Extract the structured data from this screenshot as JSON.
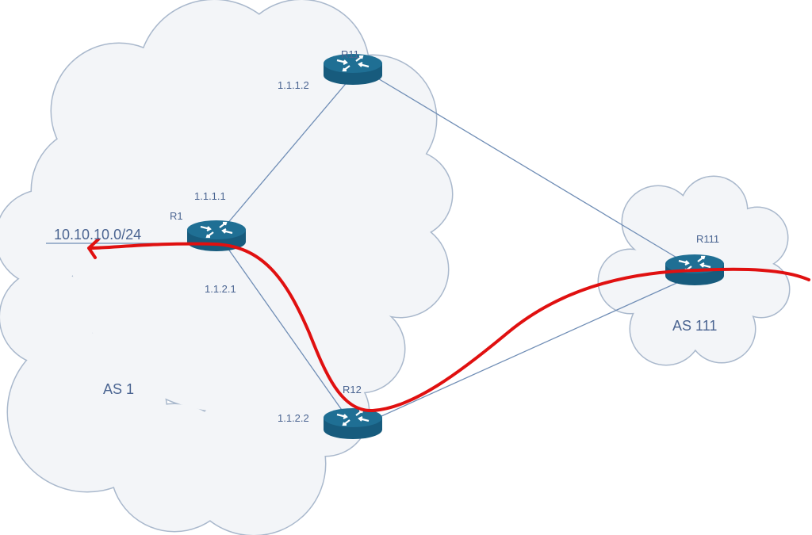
{
  "title": "BGP routing diagram",
  "colors": {
    "cloud_fill": "#f3f5f8",
    "cloud_stroke": "#a9b8cc",
    "link": "#6f8db5",
    "router_top": "#1f6f94",
    "router_side": "#175b7d",
    "path": "#e01010",
    "text": "#4a6491"
  },
  "clouds": [
    {
      "id": "as1",
      "label": "AS 1"
    },
    {
      "id": "as111",
      "label": "AS 111"
    }
  ],
  "routers": [
    {
      "id": "R11",
      "label": "R11",
      "ip": "1.1.1.2"
    },
    {
      "id": "R1",
      "label": "R1",
      "ip": "1.1.1.1",
      "ip2": "1.1.2.1"
    },
    {
      "id": "R12",
      "label": "R12",
      "ip": "1.1.2.2"
    },
    {
      "id": "R111",
      "label": "R111"
    }
  ],
  "prefix": "10.10.10.0/24",
  "icons": {
    "router": "router-icon",
    "path_arrow": "arrow-icon"
  }
}
